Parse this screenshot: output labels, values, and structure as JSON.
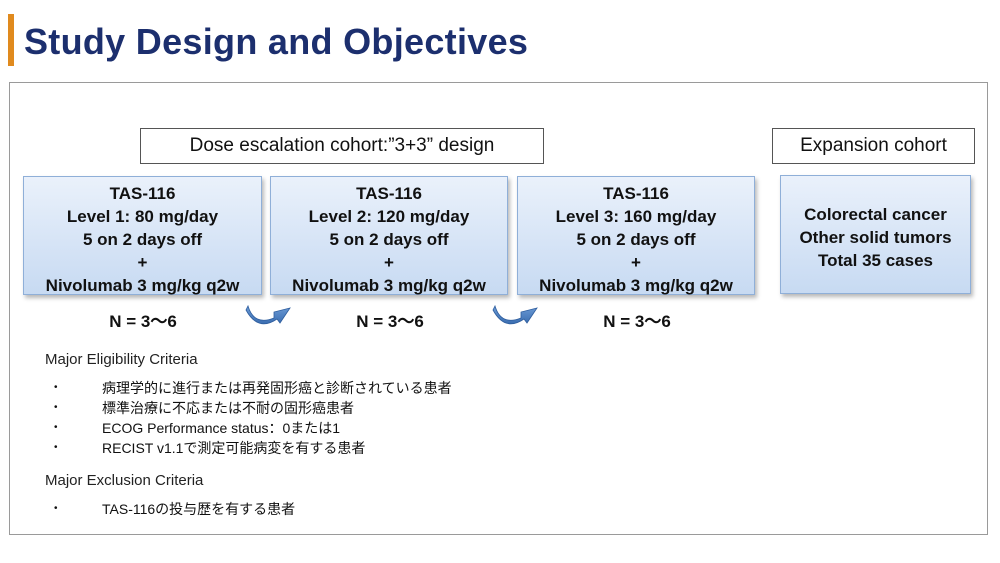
{
  "title": "Study Design and Objectives",
  "dose_escalation": {
    "header": "Dose escalation cohort:”3+3” design",
    "levels": [
      {
        "drug": "TAS-116",
        "dose": "Level 1:  80 mg/day",
        "schedule": "5 on 2 days off",
        "plus": "+",
        "combo": "Nivolumab 3 mg/kg q2w",
        "n": "N = 3〜6"
      },
      {
        "drug": "TAS-116",
        "dose": "Level 2: 120 mg/day",
        "schedule": "5 on 2 days off",
        "plus": "+",
        "combo": "Nivolumab 3 mg/kg q2w",
        "n": "N = 3〜6"
      },
      {
        "drug": "TAS-116",
        "dose": "Level 3: 160 mg/day",
        "schedule": "5 on 2 days off",
        "plus": "+",
        "combo": "Nivolumab 3 mg/kg q2w",
        "n": "N = 3〜6"
      }
    ]
  },
  "expansion": {
    "header": "Expansion cohort",
    "lines": [
      "Colorectal cancer",
      "Other solid tumors",
      "Total 35 cases"
    ]
  },
  "eligibility": {
    "heading": "Major Eligibility Criteria",
    "items": [
      "病理学的に進行または再発固形癌と診断されている患者",
      "標準治療に不応または不耐の固形癌患者",
      "ECOG Performance status：0または1",
      "RECIST v1.1で測定可能病変を有する患者"
    ]
  },
  "exclusion": {
    "heading": "Major Exclusion Criteria",
    "items": [
      "TAS-116の投与歴を有する患者"
    ]
  },
  "bullet_char": "•",
  "colors": {
    "title": "#1C2F6E",
    "accent": "#E08A1E",
    "box_fill_top": "#EAF1FB",
    "box_fill_bottom": "#C7DAF2",
    "arrow": "#4A7FC1"
  }
}
